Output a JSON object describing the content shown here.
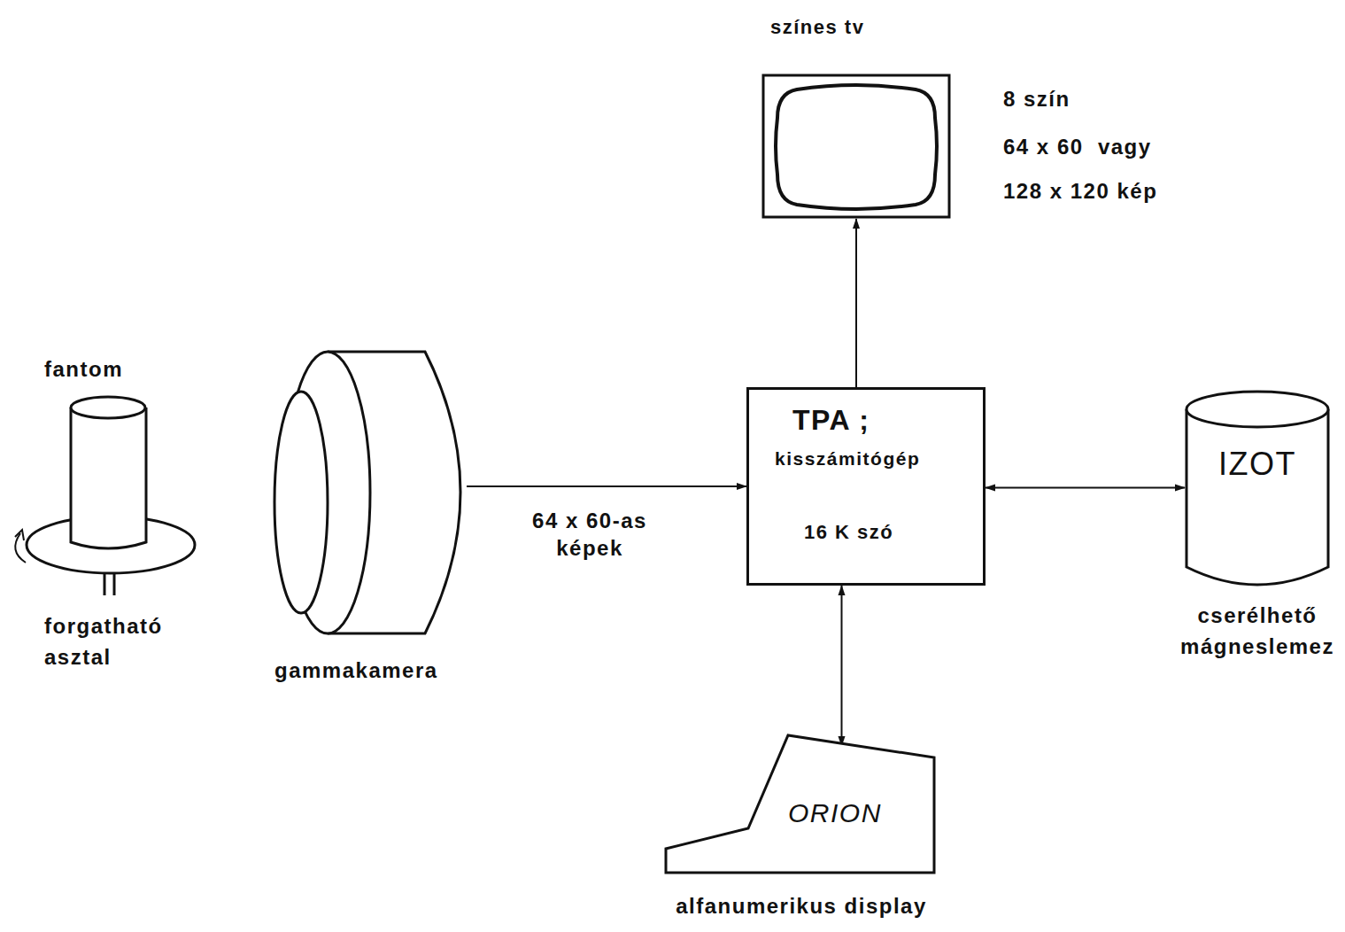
{
  "diagram": {
    "nodes": [
      {
        "text": [
          "színes tv"
        ]
      },
      {
        "text": [
          "fantom",
          "forgatható asztal"
        ]
      },
      {
        "text": [
          "gammakamera"
        ]
      },
      {
        "text": [
          "TPA ;",
          "kisszámitógép",
          "16 K szó"
        ]
      },
      {
        "text": [
          "IZOT",
          "cserélhető mágneslemez"
        ]
      },
      {
        "text": [
          "ORION",
          "alfanumerikus display"
        ]
      }
    ],
    "edges": [
      {
        "from": 2,
        "to": 3,
        "label": "64 x 60-as képek",
        "arrow": "to"
      },
      {
        "from": 3,
        "to": 0,
        "arrow": "to"
      },
      {
        "from": 3,
        "to": 4,
        "arrow": "both"
      },
      {
        "from": 3,
        "to": 5,
        "arrow": "both"
      }
    ],
    "labels": [
      "8 szín",
      "64 x 60  vagy",
      "128 x 120 kép"
    ]
  }
}
